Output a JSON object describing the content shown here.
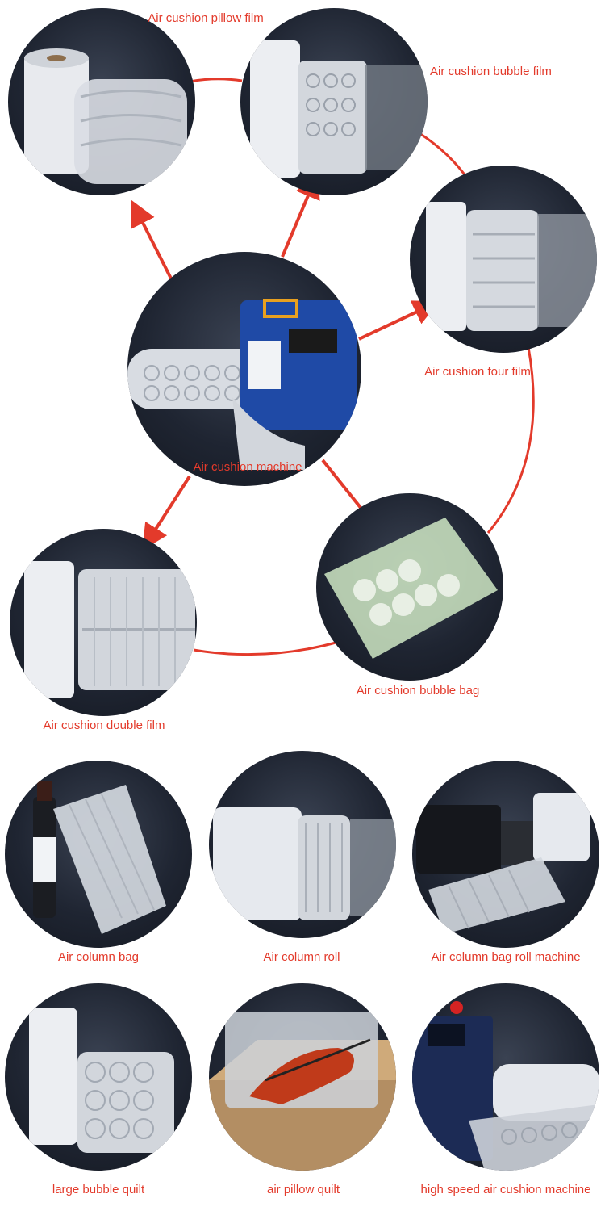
{
  "colors": {
    "accent": "#e33a2b",
    "circle_bg": "#1f2532",
    "machine_blue": "#1f4aa6"
  },
  "diagram": {
    "center": {
      "label": "Air cushion machine"
    },
    "products": [
      {
        "label": "Air cushion pillow film"
      },
      {
        "label": "Air cushion bubble film"
      },
      {
        "label": "Air cushion four film"
      },
      {
        "label": "Air  cushion bubble bag"
      },
      {
        "label": "Air cushion double film"
      }
    ]
  },
  "grid": {
    "row1": [
      {
        "label": "Air  column bag"
      },
      {
        "label": "Air column roll"
      },
      {
        "label": "Air  column bag roll machine"
      }
    ],
    "row2": [
      {
        "label": "large bubble quilt"
      },
      {
        "label": "air pillow quilt"
      },
      {
        "label": "high speed air cushion machine"
      }
    ]
  }
}
